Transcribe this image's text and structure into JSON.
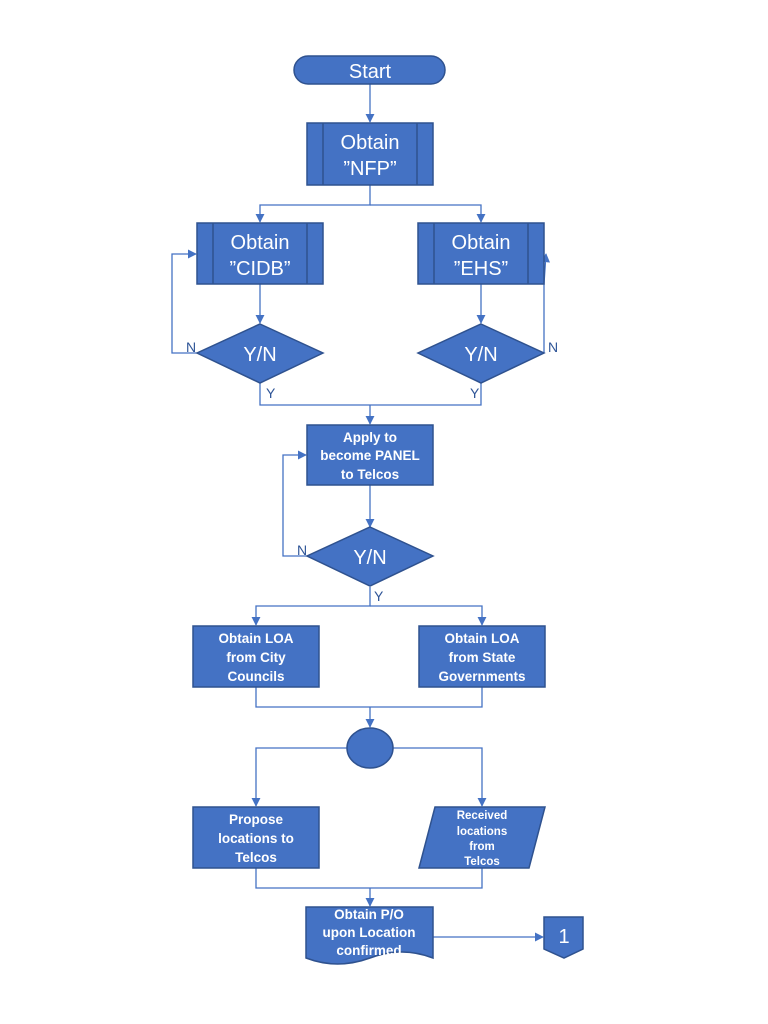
{
  "diagram": {
    "start": "Start",
    "nfp": [
      "Obtain",
      "”NFP”"
    ],
    "cidb": [
      "Obtain",
      "”CIDB”"
    ],
    "ehs": [
      "Obtain",
      "”EHS”"
    ],
    "decision_label": "Y/N",
    "yes_label": "Y",
    "no_label": "N",
    "panel": [
      "Apply to",
      "become PANEL",
      "to Telcos"
    ],
    "loa_city": [
      "Obtain LOA",
      "from City",
      "Councils"
    ],
    "loa_state": [
      "Obtain LOA",
      "from State",
      "Governments"
    ],
    "propose": [
      "Propose",
      "locations to",
      "Telcos"
    ],
    "received": [
      "Received",
      "locations",
      "from",
      "Telcos"
    ],
    "po": [
      "Obtain P/O",
      "upon Location",
      "confirmed"
    ],
    "offpage": "1"
  },
  "colors": {
    "fill": "#4472c4",
    "stroke": "#2f528f",
    "text": "#ffffff",
    "connector": "#4472c4"
  }
}
